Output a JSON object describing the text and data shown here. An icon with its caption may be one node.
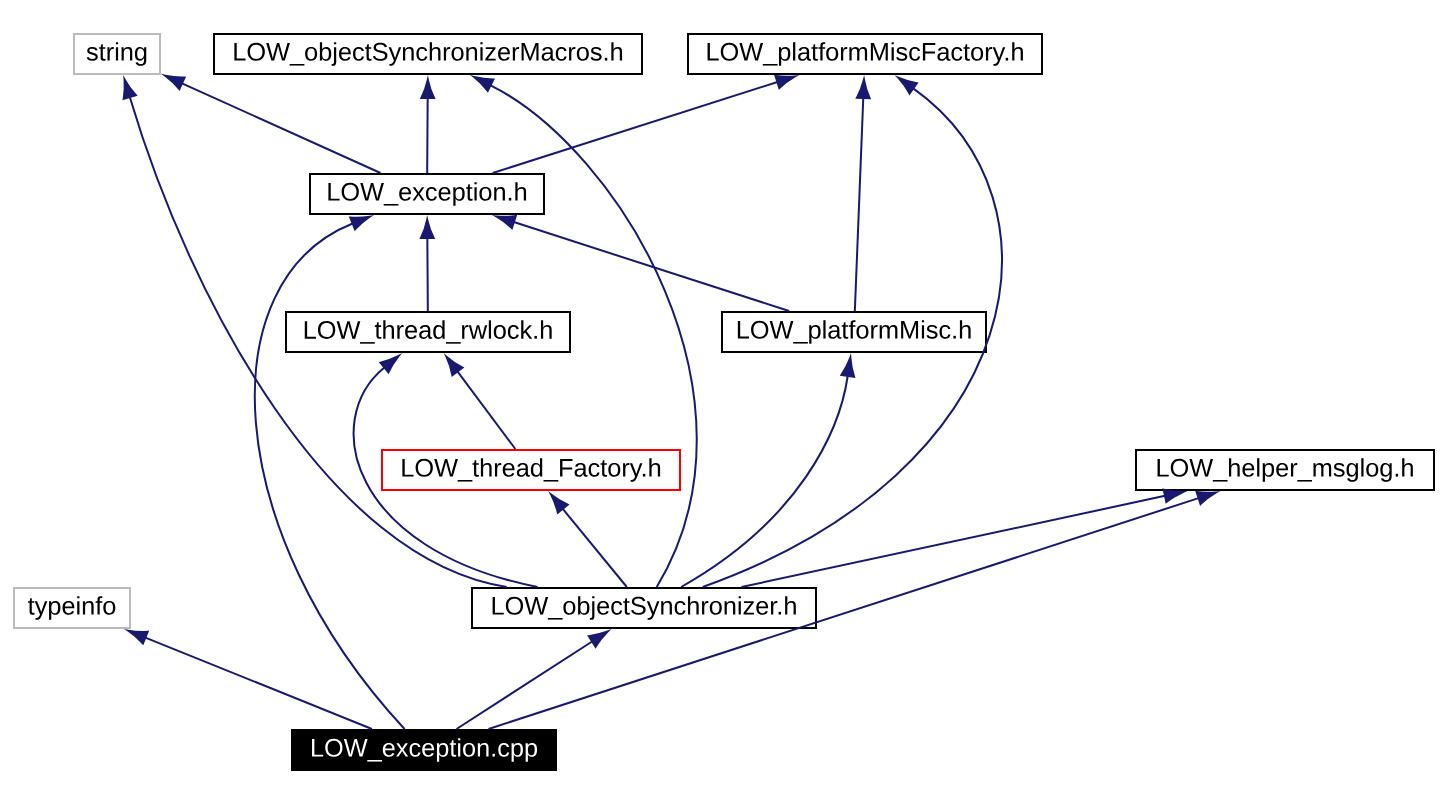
{
  "diagram": {
    "nodes": [
      {
        "text": [
          "string"
        ]
      },
      {
        "text": [
          "LOW_objectSynchronizerMacros.h"
        ]
      },
      {
        "text": [
          "LOW_platformMiscFactory.h"
        ]
      },
      {
        "text": [
          "LOW_exception.h"
        ]
      },
      {
        "text": [
          "LOW_thread_rwlock.h"
        ]
      },
      {
        "text": [
          "LOW_platformMisc.h"
        ]
      },
      {
        "text": [
          "LOW_thread_Factory.h"
        ]
      },
      {
        "text": [
          "LOW_helper_msglog.h"
        ]
      },
      {
        "text": [
          "typeinfo"
        ]
      },
      {
        "text": [
          "LOW_objectSynchronizer.h"
        ]
      },
      {
        "text": [
          "LOW_exception.cpp"
        ]
      }
    ],
    "edges": [
      {
        "from": 3,
        "to": 0,
        "arrow": "to"
      },
      {
        "from": 3,
        "to": 1,
        "arrow": "to"
      },
      {
        "from": 3,
        "to": 2,
        "arrow": "to"
      },
      {
        "from": 4,
        "to": 3,
        "arrow": "to"
      },
      {
        "from": 5,
        "to": 3,
        "arrow": "to"
      },
      {
        "from": 5,
        "to": 2,
        "arrow": "to"
      },
      {
        "from": 6,
        "to": 4,
        "arrow": "to"
      },
      {
        "from": 9,
        "to": 0,
        "arrow": "to"
      },
      {
        "from": 9,
        "to": 1,
        "arrow": "to"
      },
      {
        "from": 9,
        "to": 2,
        "arrow": "to"
      },
      {
        "from": 9,
        "to": 4,
        "arrow": "to"
      },
      {
        "from": 9,
        "to": 6,
        "arrow": "to"
      },
      {
        "from": 9,
        "to": 5,
        "arrow": "to"
      },
      {
        "from": 9,
        "to": 7,
        "arrow": "to"
      },
      {
        "from": 10,
        "to": 8,
        "arrow": "to"
      },
      {
        "from": 10,
        "to": 3,
        "arrow": "to"
      },
      {
        "from": 10,
        "to": 9,
        "arrow": "to"
      },
      {
        "from": 10,
        "to": 7,
        "arrow": "to"
      }
    ]
  }
}
